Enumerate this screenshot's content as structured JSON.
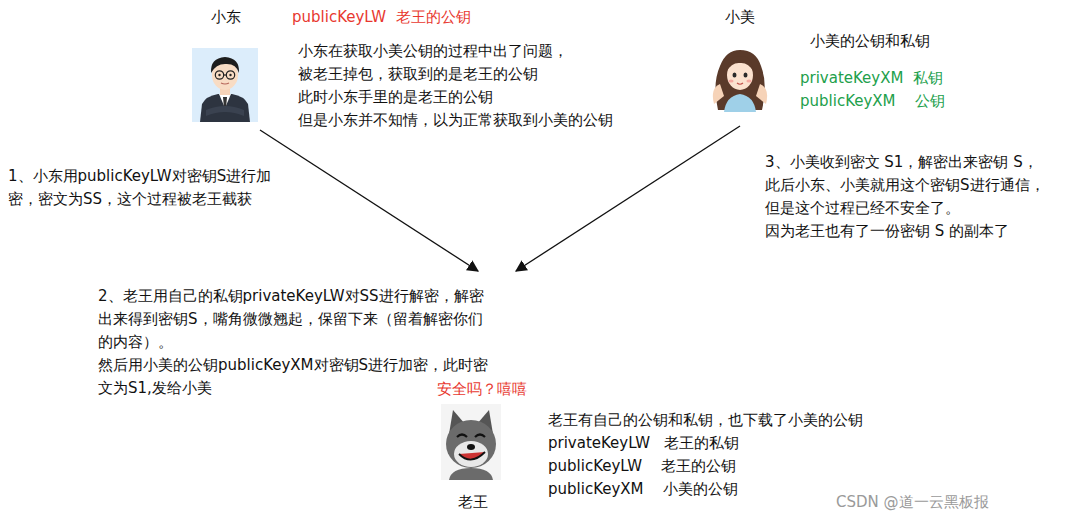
{
  "diagram": {
    "nodes": [
      {
        "text": [
          "小东"
        ]
      },
      {
        "text": [
          "小美"
        ]
      },
      {
        "text": [
          "2、老王用自己的私钥privateKeyLW对SS进行解密，解密出来得到密钥S，嘴角微微翘起，保留下来（留着解密你们的内容）。",
          "然后用小美的公钥publicKeyXM对密钥S进行加密，此时密文为S1,发给小美"
        ]
      },
      {
        "text": [
          "老王"
        ]
      }
    ],
    "edges": [
      {
        "from": 0,
        "to": 2,
        "arrow": "to"
      },
      {
        "from": 1,
        "to": 2,
        "arrow": "to"
      }
    ],
    "labels": [
      "publicKeyLW  老王的公钥",
      "小东在获取小美公钥的过程中出了问题，",
      "被老王掉包，获取到的是老王的公钥",
      "此时小东手里的是老王的公钥",
      "但是小东并不知情，以为正常获取到小美的公钥",
      "小美的公钥和私钥",
      "privateKeyXM  私钥",
      "publicKeyXM    公钥",
      "1、小东用publicKeyLW对密钥S进行加密，密文为SS，这个过程被老王截获",
      "3、小美收到密文 S1，解密出来密钥 S，此后小东、小美就用这个密钥S进行通信，但是这个过程已经不安全了。",
      "因为老王也有了一份密钥 S 的副本了",
      "安全吗？嘻嘻",
      "老王有自己的公钥和私钥，也下载了小美的公钥",
      "privateKeyLW   老王的私钥",
      "publicKeyLW    老王的公钥",
      "publicKeyXM    小美的公钥",
      "CSDN @道一云黑板报"
    ]
  }
}
